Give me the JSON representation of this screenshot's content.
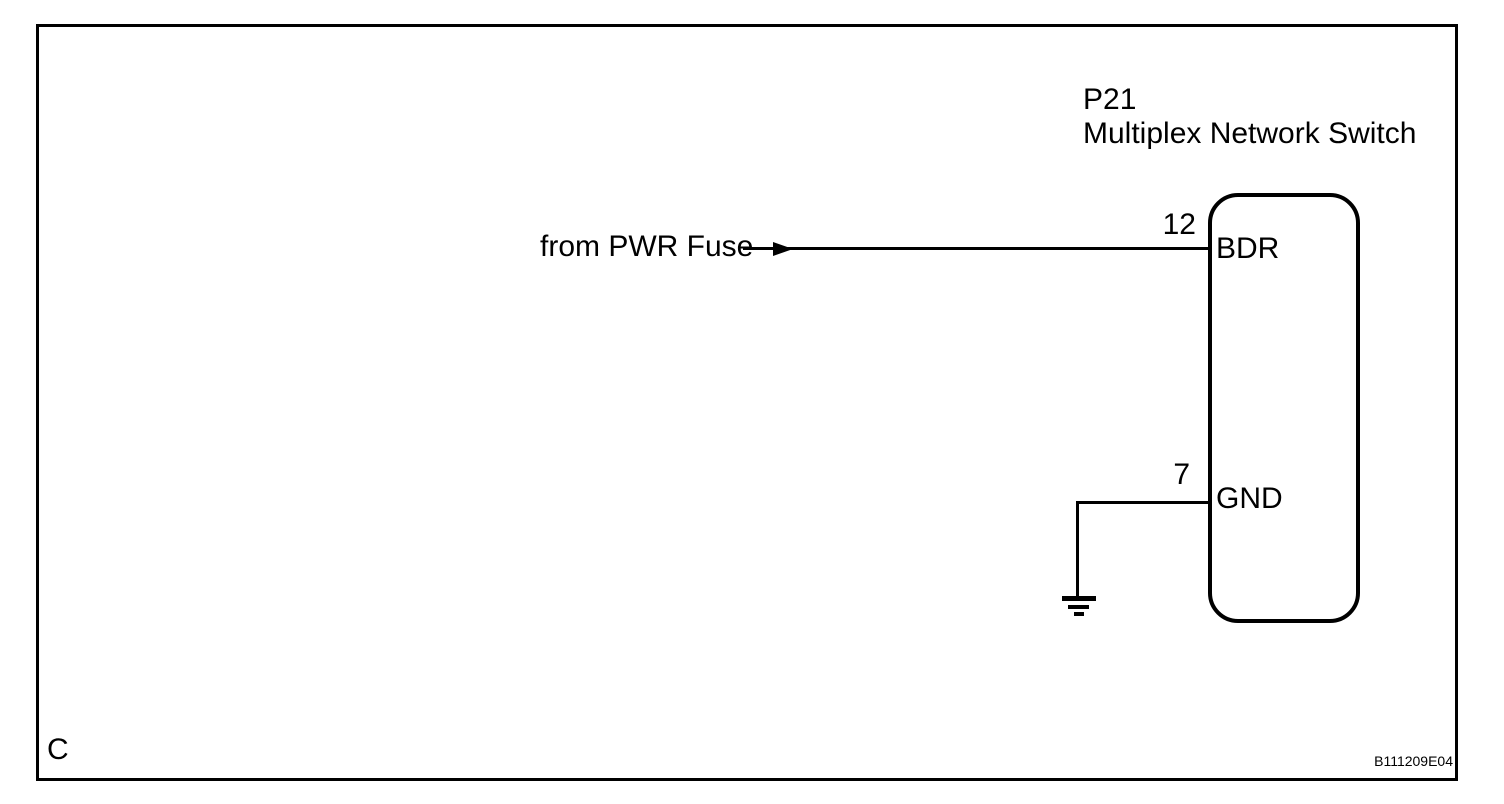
{
  "diagram": {
    "component": {
      "connector_id": "P21",
      "name": "Multiplex Network Switch",
      "pins": [
        {
          "number": "12",
          "label": "BDR",
          "source": "from PWR Fuse"
        },
        {
          "number": "7",
          "label": "GND",
          "connection": "ground"
        }
      ]
    },
    "power_wire": {
      "source_label": "from PWR Fuse"
    },
    "page_label": "C",
    "figure_code": "B111209E04",
    "colors": {
      "line": "#000000",
      "text": "#000000",
      "background": "#ffffff"
    },
    "icons": {
      "arrow": "flow-arrow-icon",
      "ground": "ground-symbol-icon"
    }
  }
}
